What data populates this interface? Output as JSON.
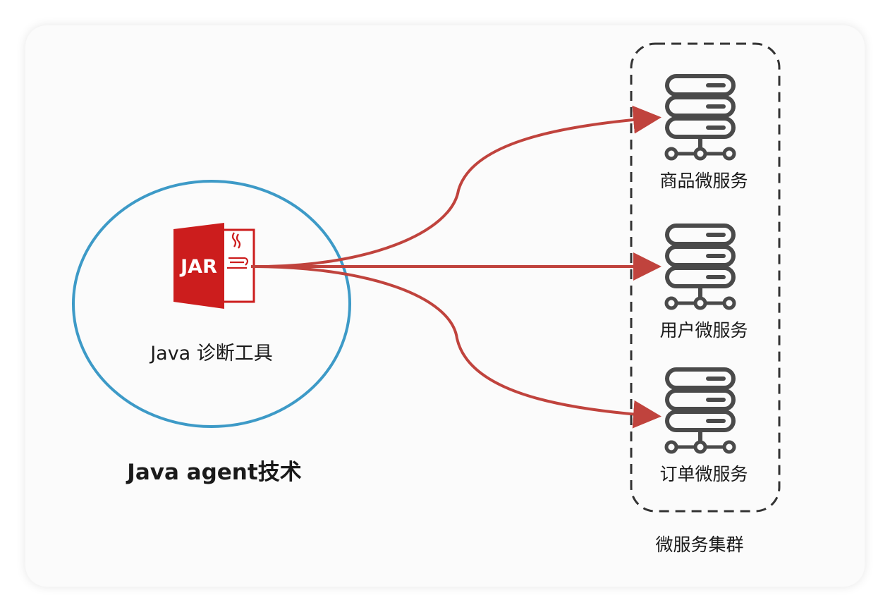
{
  "tool": {
    "jar_text": "JAR",
    "label": "Java 诊断工具",
    "technique_label": "Java agent技术"
  },
  "services": [
    {
      "name": "商品微服务",
      "icon": "server-icon"
    },
    {
      "name": "用户微服务",
      "icon": "server-icon"
    },
    {
      "name": "订单微服务",
      "icon": "server-icon"
    }
  ],
  "cluster": {
    "label": "微服务集群"
  },
  "colors": {
    "circle": "#3d9ac7",
    "arrow": "#c0433d",
    "jar_red": "#cc1d1d",
    "server_gray": "#4a4a4a",
    "cluster_border": "#333333"
  }
}
